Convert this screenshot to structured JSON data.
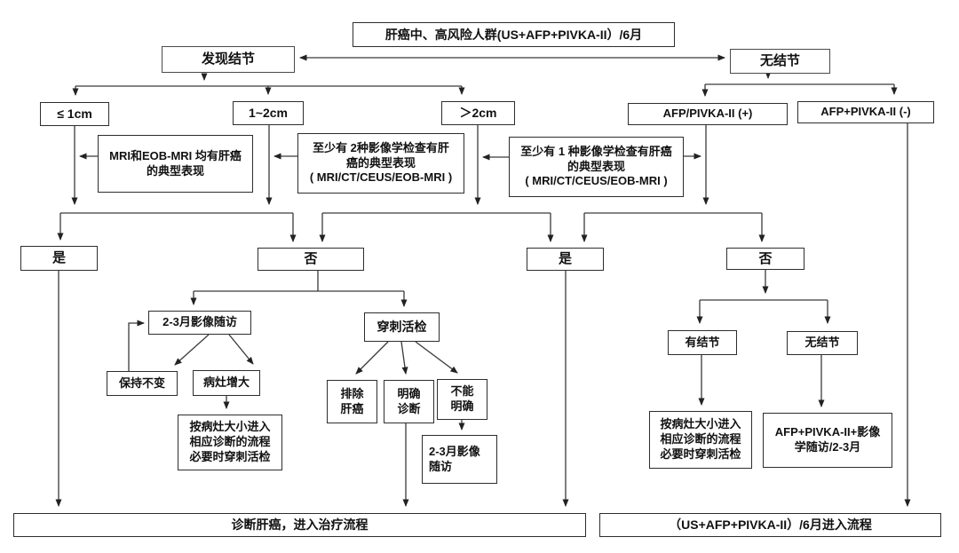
{
  "colors": {
    "background": "#ffffff",
    "box_border": "#4a4a4a",
    "line": "#3a3a3a",
    "text": "#111111"
  },
  "nodes": {
    "top": "肝癌中、高风险人群(US+AFP+PIVKA-II）/6月",
    "foundNodule": "发现结节",
    "noNodule": "无结节",
    "le1cm": "≤ 1cm",
    "cm1to2": "1~2cm",
    "gt2cm": "＞2cm",
    "afpPos": "AFP/PIVKA-II (+)",
    "afpNeg": "AFP+PIVKA-II (-)",
    "mriEob": "MRI和EOB-MRI 均有肝癌\n的典型表现",
    "twoImg": "至少有 2种影像学检查有肝\n癌的典型表现\n( MRI/CT/CEUS/EOB-MRI )",
    "oneImg": "至少有 1 种影像学检查有肝癌\n的典型表现\n( MRI/CT/CEUS/EOB-MRI )",
    "yes1": "是",
    "no1": "否",
    "yes2": "是",
    "no2": "否",
    "followup1": "2-3月影像随访",
    "biopsy": "穿刺活检",
    "unchanged": "保持不变",
    "enlarged": "病灶增大",
    "bySize1": "按病灶大小进入\n相应诊断的流程\n必要时穿刺活检",
    "exclude": "排除\n肝癌",
    "confirm": "明确\n诊断",
    "uncertain": "不能\n明确",
    "followup2": "2-3月影像\n随访",
    "hasNodule": "有结节",
    "noNodule2": "无结节",
    "bySize2": "按病灶大小进入\n相应诊断的流程\n必要时穿刺活检",
    "afpFollow": "AFP+PIVKA-II+影像\n学随访/2-3月",
    "bottomLeft": "诊断肝癌，进入治疗流程",
    "bottomRight": "（US+AFP+PIVKA-II）/6月进入流程"
  }
}
